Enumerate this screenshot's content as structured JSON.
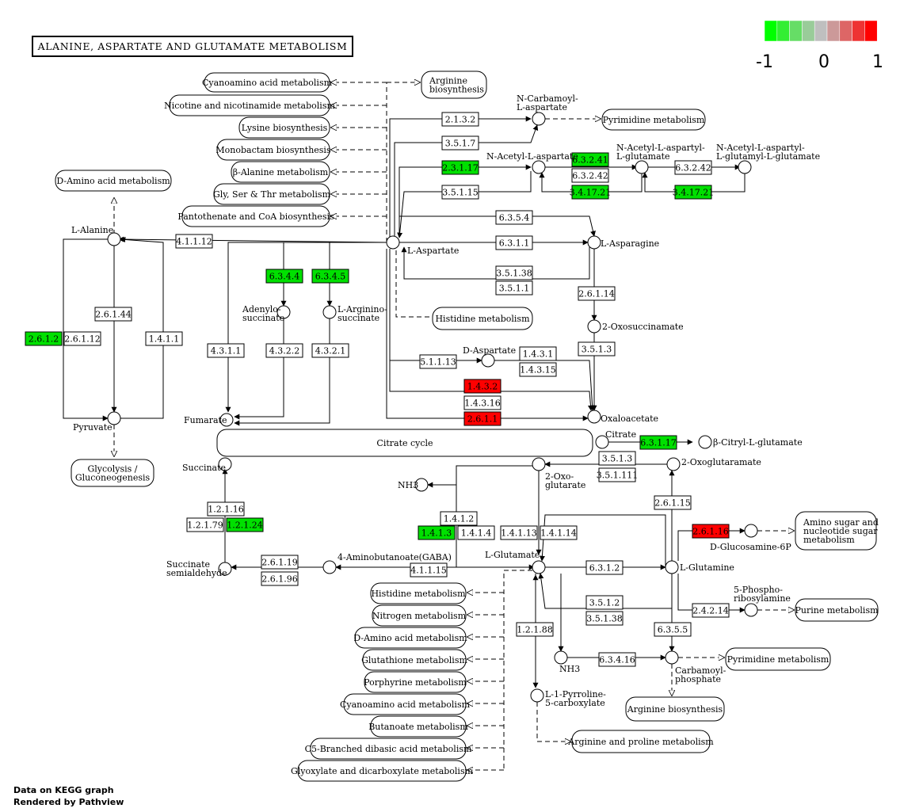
{
  "title": "ALANINE, ASPARTATE AND GLUTAMATE METABOLISM",
  "legend": {
    "ticks": [
      "-1",
      "0",
      "1"
    ],
    "colors": [
      "#00ff00",
      "#33ee33",
      "#66dd66",
      "#99cc99",
      "#bfbfbf",
      "#cc9999",
      "#dd6666",
      "#ee3333",
      "#ff0000"
    ]
  },
  "colors": {
    "up": "#ff0000",
    "down": "#00e000",
    "none": "#ffffff"
  },
  "credits": {
    "line1": "Data on KEGG graph",
    "line2": "Rendered by Pathview"
  },
  "enzymes": [
    {
      "id": "e1",
      "label": "2.1.3.2",
      "state": "none"
    },
    {
      "id": "e2",
      "label": "3.5.1.7",
      "state": "none"
    },
    {
      "id": "e3",
      "label": "2.3.1.17",
      "state": "down"
    },
    {
      "id": "e4",
      "label": "3.5.1.15",
      "state": "none"
    },
    {
      "id": "e5",
      "label": "6.3.2.41",
      "state": "down"
    },
    {
      "id": "e6",
      "label": "6.3.2.42",
      "state": "none"
    },
    {
      "id": "e7",
      "label": "3.4.17.21",
      "state": "down"
    },
    {
      "id": "e8",
      "label": "6.3.2.42",
      "state": "none"
    },
    {
      "id": "e9",
      "label": "3.4.17.21",
      "state": "down"
    },
    {
      "id": "e10",
      "label": "6.3.5.4",
      "state": "none"
    },
    {
      "id": "e11",
      "label": "6.3.1.1",
      "state": "none"
    },
    {
      "id": "e12",
      "label": "3.5.1.38",
      "state": "none"
    },
    {
      "id": "e13",
      "label": "3.5.1.1",
      "state": "none"
    },
    {
      "id": "e14",
      "label": "4.1.1.12",
      "state": "none"
    },
    {
      "id": "e15",
      "label": "6.3.4.4",
      "state": "down"
    },
    {
      "id": "e16",
      "label": "6.3.4.5",
      "state": "down"
    },
    {
      "id": "e17",
      "label": "2.6.1.44",
      "state": "none"
    },
    {
      "id": "e18",
      "label": "2.6.1.2",
      "state": "down"
    },
    {
      "id": "e19",
      "label": "2.6.1.12",
      "state": "none"
    },
    {
      "id": "e20",
      "label": "1.4.1.1",
      "state": "none"
    },
    {
      "id": "e21",
      "label": "4.3.1.1",
      "state": "none"
    },
    {
      "id": "e22",
      "label": "4.3.2.2",
      "state": "none"
    },
    {
      "id": "e23",
      "label": "4.3.2.1",
      "state": "none"
    },
    {
      "id": "e24",
      "label": "2.6.1.14",
      "state": "none"
    },
    {
      "id": "e25",
      "label": "3.5.1.3",
      "state": "none"
    },
    {
      "id": "e26",
      "label": "5.1.1.13",
      "state": "none"
    },
    {
      "id": "e27",
      "label": "1.4.3.1",
      "state": "none"
    },
    {
      "id": "e28",
      "label": "1.4.3.15",
      "state": "none"
    },
    {
      "id": "e29",
      "label": "1.4.3.2",
      "state": "up"
    },
    {
      "id": "e30",
      "label": "1.4.3.16",
      "state": "none"
    },
    {
      "id": "e31",
      "label": "2.6.1.1",
      "state": "up"
    },
    {
      "id": "e32",
      "label": "6.3.1.17",
      "state": "down"
    },
    {
      "id": "e33",
      "label": "3.5.1.3",
      "state": "none"
    },
    {
      "id": "e34",
      "label": "3.5.1.111",
      "state": "none"
    },
    {
      "id": "e35",
      "label": "1.2.1.16",
      "state": "none"
    },
    {
      "id": "e36",
      "label": "1.2.1.79",
      "state": "none"
    },
    {
      "id": "e37",
      "label": "1.2.1.24",
      "state": "down"
    },
    {
      "id": "e38",
      "label": "1.4.1.2",
      "state": "none"
    },
    {
      "id": "e39",
      "label": "1.4.1.3",
      "state": "down"
    },
    {
      "id": "e40",
      "label": "1.4.1.4",
      "state": "none"
    },
    {
      "id": "e41",
      "label": "1.4.1.13",
      "state": "none"
    },
    {
      "id": "e42",
      "label": "1.4.1.14",
      "state": "none"
    },
    {
      "id": "e43",
      "label": "2.6.1.15",
      "state": "none"
    },
    {
      "id": "e44",
      "label": "2.6.1.16",
      "state": "up"
    },
    {
      "id": "e45",
      "label": "2.6.1.19",
      "state": "none"
    },
    {
      "id": "e46",
      "label": "2.6.1.96",
      "state": "none"
    },
    {
      "id": "e47",
      "label": "4.1.1.15",
      "state": "none"
    },
    {
      "id": "e48",
      "label": "6.3.1.2",
      "state": "none"
    },
    {
      "id": "e49",
      "label": "3.5.1.2",
      "state": "none"
    },
    {
      "id": "e50",
      "label": "3.5.1.38",
      "state": "none"
    },
    {
      "id": "e51",
      "label": "1.2.1.88",
      "state": "none"
    },
    {
      "id": "e52",
      "label": "6.3.5.5",
      "state": "none"
    },
    {
      "id": "e53",
      "label": "2.4.2.14",
      "state": "none"
    },
    {
      "id": "e54",
      "label": "6.3.4.16",
      "state": "none"
    }
  ],
  "compounds": [
    {
      "id": "c_ncarb",
      "label": "N-Carbamoyl-\nL-aspartate"
    },
    {
      "id": "c_nacasp",
      "label": "N-Acetyl-L-aspartate"
    },
    {
      "id": "c_nacglu",
      "label": "N-Acetyl-L-aspartyl-\nL-glutamate"
    },
    {
      "id": "c_nacglu2",
      "label": "N-Acetyl-L-aspartyl-\nL-glutamyl-L-glutamate"
    },
    {
      "id": "c_ala",
      "label": "L-Alanine"
    },
    {
      "id": "c_asp",
      "label": "L-Aspartate"
    },
    {
      "id": "c_asn",
      "label": "L-Asparagine"
    },
    {
      "id": "c_adsuc",
      "label": "Adenylo-\nsuccinate"
    },
    {
      "id": "c_argsuc",
      "label": "L-Arginino-\nsuccinate"
    },
    {
      "id": "c_2oxos",
      "label": "2-Oxosuccinamate"
    },
    {
      "id": "c_dasp",
      "label": "D-Aspartate"
    },
    {
      "id": "c_pyr",
      "label": "Pyruvate"
    },
    {
      "id": "c_fum",
      "label": "Fumarate"
    },
    {
      "id": "c_oaa",
      "label": "Oxaloacetate"
    },
    {
      "id": "c_cit",
      "label": "Citrate"
    },
    {
      "id": "c_bcit",
      "label": "β-Citryl-L-glutamate"
    },
    {
      "id": "c_suc",
      "label": "Succinate"
    },
    {
      "id": "c_2oxog",
      "label": "2-Oxo-\nglutarate"
    },
    {
      "id": "c_2oxogm",
      "label": "2-Oxoglutaramate"
    },
    {
      "id": "c_nh3a",
      "label": "NH3"
    },
    {
      "id": "c_glu",
      "label": "L-Glutamate"
    },
    {
      "id": "c_gln",
      "label": "L-Glutamine"
    },
    {
      "id": "c_g6p",
      "label": "D-Glucosamine-6P"
    },
    {
      "id": "c_ssa",
      "label": "Succinate\nsemialdehyde"
    },
    {
      "id": "c_gaba",
      "label": "4-Aminobutanoate(GABA)"
    },
    {
      "id": "c_prpp",
      "label": "5-Phospho-\nribosylamine"
    },
    {
      "id": "c_nh3b",
      "label": "NH3"
    },
    {
      "id": "c_cp",
      "label": "Carbamoyl-\nphosphate"
    },
    {
      "id": "c_p5c",
      "label": "L-1-Pyrroline-\n5-carboxylate"
    }
  ],
  "maps": [
    {
      "id": "m1",
      "label": "Cyanoamino acid metabolism"
    },
    {
      "id": "m2",
      "label": "Nicotine and nicotinamide metabolism"
    },
    {
      "id": "m3",
      "label": "Lysine biosynthesis"
    },
    {
      "id": "m4",
      "label": "Monobactam biosynthesis"
    },
    {
      "id": "m5",
      "label": "β-Alanine metabolism"
    },
    {
      "id": "m6",
      "label": "Gly, Ser & Thr metabolism"
    },
    {
      "id": "m7",
      "label": "Pantothenate and CoA biosynthesis"
    },
    {
      "id": "m8",
      "label": "Arginine\nbiosynthesis"
    },
    {
      "id": "m9",
      "label": "Pyrimidine metabolism"
    },
    {
      "id": "m10",
      "label": "D-Amino acid metabolism"
    },
    {
      "id": "m11",
      "label": "Histidine metabolism"
    },
    {
      "id": "m12",
      "label": "Glycolysis /\nGluconeogenesis"
    },
    {
      "id": "m13",
      "label": "Citrate cycle"
    },
    {
      "id": "m14",
      "label": "Amino sugar and\nnucleotide sugar\nmetabolism"
    },
    {
      "id": "m15",
      "label": "Histidine metabolism"
    },
    {
      "id": "m16",
      "label": "Nitrogen metabolism"
    },
    {
      "id": "m17",
      "label": "D-Amino acid metabolism"
    },
    {
      "id": "m18",
      "label": "Glutathione metabolism"
    },
    {
      "id": "m19",
      "label": "Porphyrine metabolism"
    },
    {
      "id": "m20",
      "label": "Cyanoamino acid metabolism"
    },
    {
      "id": "m21",
      "label": "Butanoate metabolism"
    },
    {
      "id": "m22",
      "label": "C5-Branched dibasic acid metabolism"
    },
    {
      "id": "m23",
      "label": "Glyoxylate and dicarboxylate metabolism"
    },
    {
      "id": "m24",
      "label": "Purine metabolism"
    },
    {
      "id": "m25",
      "label": "Pyrimidine metabolism"
    },
    {
      "id": "m26",
      "label": "Arginine biosynthesis"
    },
    {
      "id": "m27",
      "label": "Arginine and proline metabolism"
    }
  ]
}
